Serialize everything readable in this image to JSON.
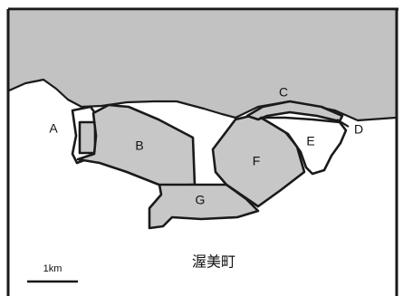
{
  "map": {
    "colors": {
      "sea": "#c2c2c2",
      "land": "#ffffff",
      "region_fill": "#c7c7c7",
      "outline": "#1a1a1a"
    },
    "regions": [
      {
        "id": "A",
        "label": "A"
      },
      {
        "id": "B",
        "label": "B"
      },
      {
        "id": "C",
        "label": "C"
      },
      {
        "id": "D",
        "label": "D"
      },
      {
        "id": "E",
        "label": "E"
      },
      {
        "id": "F",
        "label": "F"
      },
      {
        "id": "G",
        "label": "G"
      }
    ],
    "town_name": "渥美町",
    "scale_bar": {
      "label": "1km"
    }
  }
}
